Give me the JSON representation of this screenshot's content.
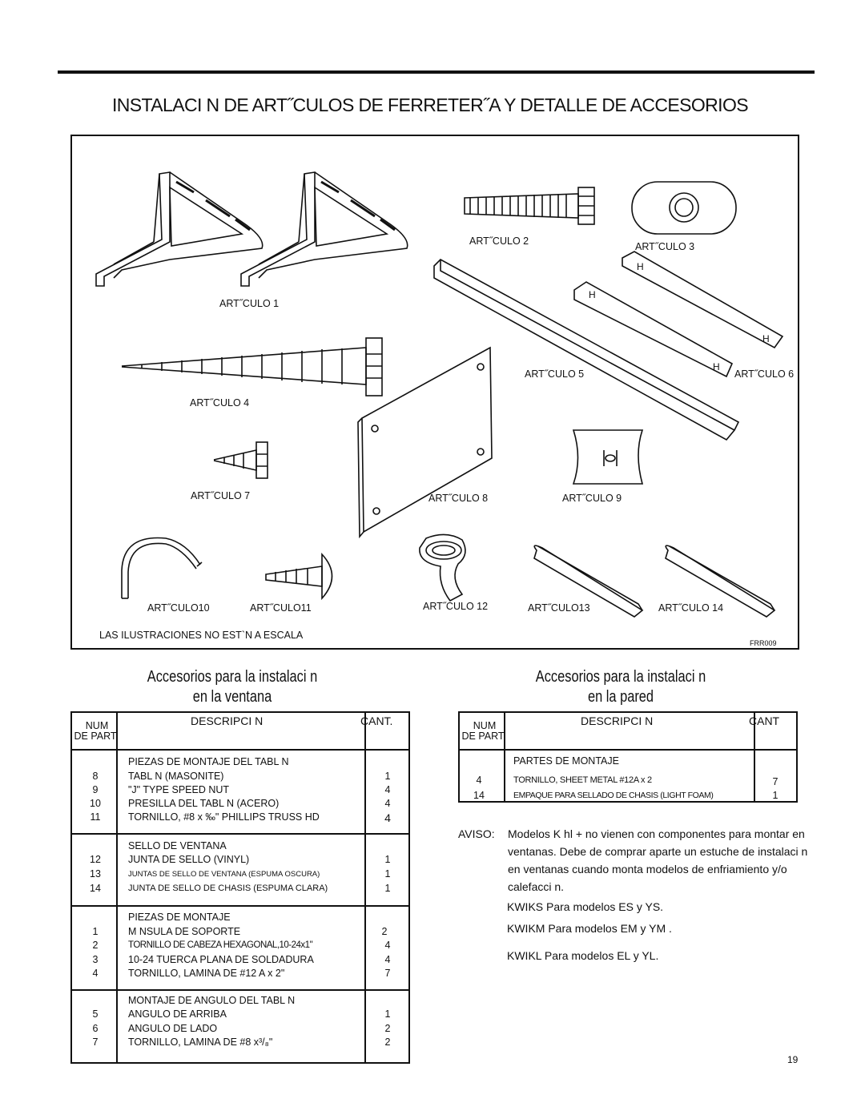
{
  "title": "INSTALACI N DE ART˝CULOS DE FERRETER˝A  Y DETALLE DE ACCESORIOS",
  "illustration": {
    "labels": {
      "a1": "ART˝CULO 1",
      "a2": "ART˝CULO  2",
      "a3": "ART˝CULO 3",
      "a4": "ART˝CULO 4",
      "a5": "ART˝CULO 5",
      "a6": "ART˝CULO 6",
      "a7": "ART˝CULO  7",
      "a8": "ART˝CULO 8",
      "a9": "ART˝CULO 9",
      "a10": "ART˝CULO10",
      "a11": "ART˝CULO11",
      "a12": "ART˝CULO 12",
      "a13": "ART˝CULO13",
      "a14": "ART˝CULO 14"
    },
    "note": "LAS ILUSTRACIONES NO EST`N A ESCALA",
    "code": "FRR009"
  },
  "window": {
    "heading1": "Accesorios para la instalaci n",
    "heading2": "en la ventana",
    "col_num_1": "NUM",
    "col_num_2": "DE PART",
    "col_desc": "DESCRIPCI N",
    "col_qty": "CANT.",
    "groups": [
      {
        "title": "PIEZAS DE MONTAJE  DEL  TABL N",
        "rows": [
          {
            "num": "8",
            "desc": "TABL N   (MASONITE)",
            "qty": "1"
          },
          {
            "num": "9",
            "desc": "\"J\" TYPE SPEED NUT",
            "qty": "4"
          },
          {
            "num": "10",
            "desc": "PRESILLA DEL TABL N   (ACERO)",
            "qty": "4"
          },
          {
            "num": "11",
            "desc": "TORNILLO, #8 x ‰\" PHILLIPS TRUSS HD",
            "qty": "4"
          }
        ]
      },
      {
        "title": "SELLO DE VENTANA",
        "rows": [
          {
            "num": "12",
            "desc": "JUNTA DE SELLO (VINYL)",
            "qty": "1"
          },
          {
            "num": "13",
            "desc": "JUNTAS DE SELLO DE VENTANA (ESPUMA OSCURA)",
            "qty": "1"
          },
          {
            "num": "14",
            "desc": "JUNTA DE SELLO DE CHASIS (ESPUMA CLARA)",
            "qty": "1"
          }
        ]
      },
      {
        "title": "PIEZAS DE MONTAJE",
        "rows": [
          {
            "num": "1",
            "desc": "M NSULA DE SOPORTE",
            "qty": "2"
          },
          {
            "num": "2",
            "desc": "TORNILLO DE CABEZA HEXAGONAL,10-24x1\"",
            "qty": "4"
          },
          {
            "num": "3",
            "desc": "10-24 TUERCA PLANA DE SOLDADURA",
            "qty": "4"
          },
          {
            "num": "4",
            "desc": "TORNILLO, LAMINA DE  #12 A x 2\"",
            "qty": "7"
          }
        ]
      },
      {
        "title": "MONTAJE DE ANGULO DEL  TABL N",
        "rows": [
          {
            "num": "5",
            "desc": "ANGULO DE ARRIBA",
            "qty": "1"
          },
          {
            "num": "6",
            "desc": "ANGULO DE LADO",
            "qty": "2"
          },
          {
            "num": "7",
            "desc": "TORNILLO, LAMINA DE  #8 x³/₈\"",
            "qty": "2"
          }
        ]
      }
    ]
  },
  "wall": {
    "heading1": "Accesorios para la instalaci n",
    "heading2": "en la pared",
    "col_num_1": "NUM",
    "col_num_2": "DE PART",
    "col_desc": "DESCRIPCI N",
    "col_qty": "CANT",
    "group_title": "PARTES DE MONTAJE",
    "rows": [
      {
        "num": "4",
        "desc": "TORNILLO, SHEET METAL #12A x 2",
        "qty": "7"
      },
      {
        "num": "14",
        "desc": "EMPAQUE PARA SELLADO DE CHASIS (LIGHT FOAM)",
        "qty": "1"
      }
    ]
  },
  "aviso": {
    "label": "AVISO:",
    "line1": "Modelos K hl +  no vienen con componentes para montar en",
    "line2": "ventanas.  Debe de comprar aparte un estuche de instalaci n",
    "line3": "en  ventanas  cuando  monta  modelos  de  enfriamiento  y/o",
    "line4": "calefacci n.",
    "kits": [
      "KWIKS  Para modelos ES y YS.",
      "KWIKM Para modelos EM y YM .",
      "KWIKL Para modelos EL y YL."
    ]
  },
  "page_number": "19"
}
